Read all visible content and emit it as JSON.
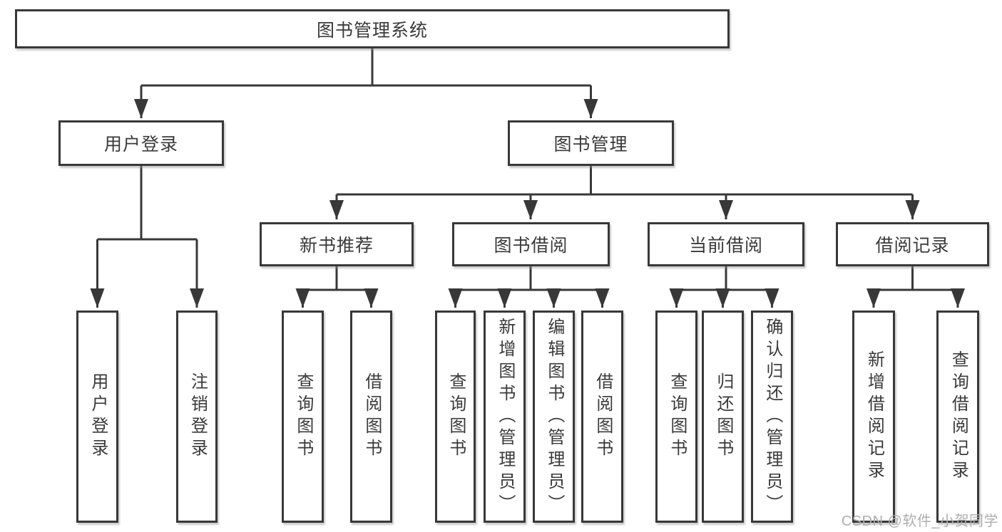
{
  "diagram": {
    "title": "图书管理系统",
    "branches": [
      {
        "label": "用户登录",
        "children": [
          {
            "label": "用户登录"
          },
          {
            "label": "注销登录"
          }
        ]
      },
      {
        "label": "图书管理",
        "children": [
          {
            "label": "新书推荐",
            "children": [
              {
                "label": "查询图书"
              },
              {
                "label": "借阅图书"
              }
            ]
          },
          {
            "label": "图书借阅",
            "children": [
              {
                "label": "查询图书"
              },
              {
                "label": "新增图书（管理员）"
              },
              {
                "label": "编辑图书（管理员）"
              },
              {
                "label": "借阅图书"
              }
            ]
          },
          {
            "label": "当前借阅",
            "children": [
              {
                "label": "查询图书"
              },
              {
                "label": "归还图书"
              },
              {
                "label": "确认归还（管理员）"
              }
            ]
          },
          {
            "label": "借阅记录",
            "children": [
              {
                "label": "新增借阅记录"
              },
              {
                "label": "查询借阅记录"
              }
            ]
          }
        ]
      }
    ]
  },
  "watermark": "CSDN @软件_小贺同学",
  "colors": {
    "line": "#383838",
    "text": "#3a3a3a",
    "watermark": "#aeaeae",
    "background": "#ffffff"
  }
}
